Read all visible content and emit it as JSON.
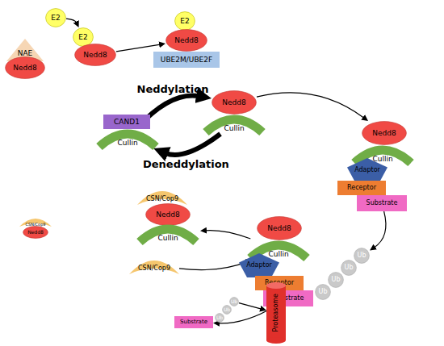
{
  "diagram": {
    "nodes": [
      {
        "text": [
          "E2"
        ]
      },
      {
        "text": [
          "NAE"
        ]
      },
      {
        "text": [
          "Nedd8"
        ]
      },
      {
        "text": [
          "E2"
        ]
      },
      {
        "text": [
          "Nedd8"
        ]
      },
      {
        "text": [
          "E2"
        ]
      },
      {
        "text": [
          "Nedd8"
        ]
      },
      {
        "text": [
          "UBE2M/UBE2F"
        ]
      },
      {
        "text": [
          "CAND1"
        ]
      },
      {
        "text": [
          "Cullin"
        ]
      },
      {
        "text": [
          "Nedd8"
        ]
      },
      {
        "text": [
          "Cullin"
        ]
      },
      {
        "text": [
          "Nedd8"
        ]
      },
      {
        "text": [
          "Cullin"
        ]
      },
      {
        "text": [
          "Adaptor"
        ]
      },
      {
        "text": [
          "Receptor"
        ]
      },
      {
        "text": [
          "Substrate"
        ]
      },
      {
        "text": [
          "CSN/Cop9"
        ]
      },
      {
        "text": [
          "Nedd8"
        ]
      },
      {
        "text": [
          "Cullin"
        ]
      },
      {
        "text": [
          "CSN/Cop9"
        ]
      },
      {
        "text": [
          "Nedd8"
        ]
      },
      {
        "text": [
          "Nedd8"
        ]
      },
      {
        "text": [
          "Cullin"
        ]
      },
      {
        "text": [
          "Adaptor"
        ]
      },
      {
        "text": [
          "Receptor"
        ]
      },
      {
        "text": [
          "Substrate"
        ]
      },
      {
        "text": [
          "Ub"
        ]
      },
      {
        "text": [
          "Ub"
        ]
      },
      {
        "text": [
          "Ub"
        ]
      },
      {
        "text": [
          "Ub"
        ]
      },
      {
        "text": [
          "CSN/Cop9"
        ]
      },
      {
        "text": [
          "Substrate"
        ]
      },
      {
        "text": [
          "Ub"
        ]
      },
      {
        "text": [
          "Ub"
        ]
      },
      {
        "text": [
          "Ub"
        ]
      },
      {
        "text": [
          "Proteasome"
        ]
      }
    ],
    "edges": [
      {
        "from": 0,
        "to": 3,
        "arrow": "to"
      },
      {
        "from": 4,
        "to": 6,
        "arrow": "to"
      },
      {
        "from": 9,
        "to": 10,
        "label": "Neddylation",
        "arrow": "to"
      },
      {
        "from": 11,
        "to": 9,
        "label": "Deneddylation",
        "arrow": "to"
      },
      {
        "from": 10,
        "to": 12,
        "arrow": "to"
      },
      {
        "from": 16,
        "to": 30,
        "arrow": "to"
      },
      {
        "from": 23,
        "to": 19,
        "arrow": "to"
      },
      {
        "from": 31,
        "to": 23,
        "arrow": "to"
      },
      {
        "from": 26,
        "to": 32,
        "arrow": "to"
      },
      {
        "from": 35,
        "to": 36,
        "arrow": "to"
      }
    ]
  }
}
